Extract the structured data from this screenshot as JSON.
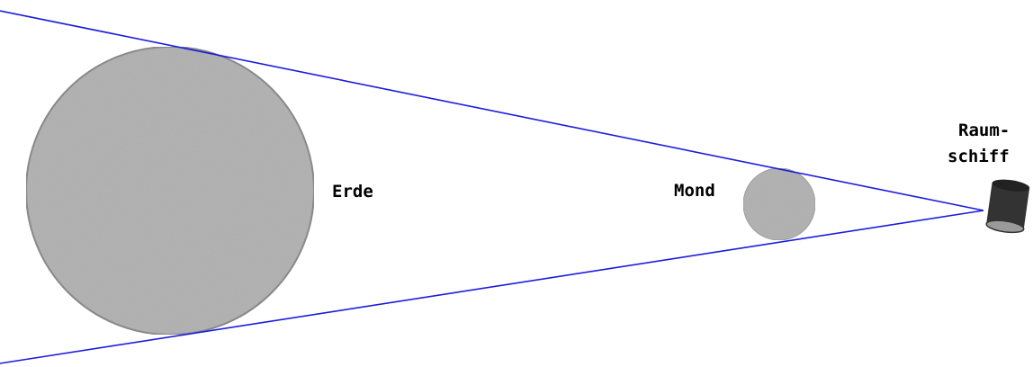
{
  "labels": {
    "earth": "Erde",
    "moon": "Mond",
    "spaceship_line1": "Raum-",
    "spaceship_line2": "schiff"
  },
  "colors": {
    "background": "#ffffff",
    "body_fill": "#b4b4b4",
    "body_stroke": "#8c8c8c",
    "sight_lines": "#1c1cdc",
    "spaceship": "#333333",
    "spaceship_end": "#9a9a9a",
    "text": "#000000"
  },
  "icons": {
    "spaceship": "cylinder-spaceship"
  }
}
